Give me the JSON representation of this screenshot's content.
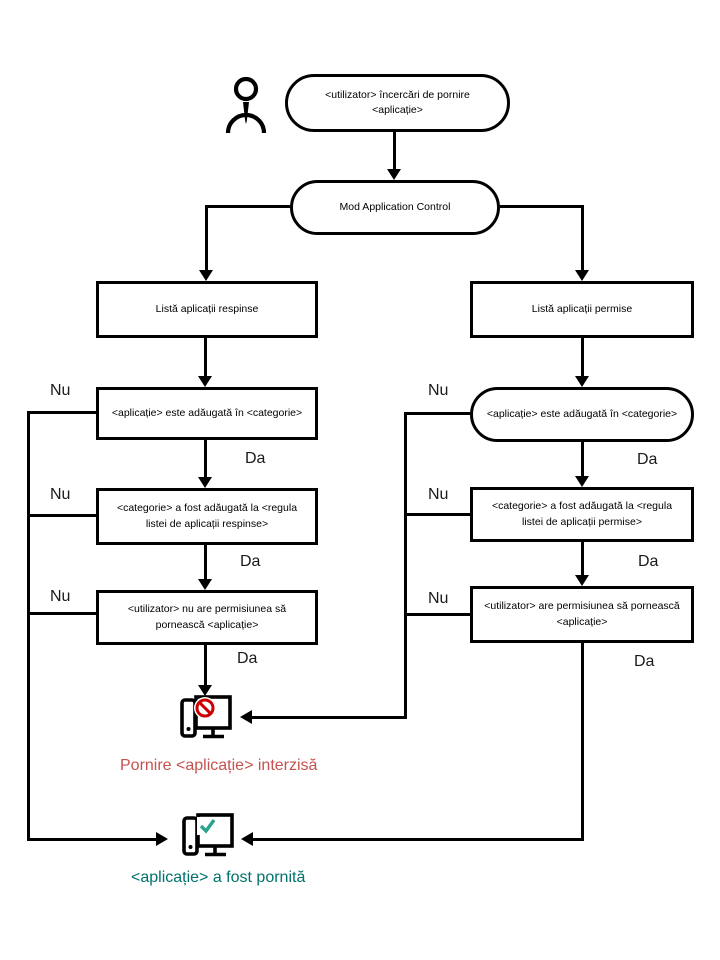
{
  "labels": {
    "nu": "Nu",
    "da": "Da"
  },
  "nodes": {
    "start": "<utilizator> încercări de pornire\n<aplicație>",
    "mode": "Mod  Application Control",
    "denied_list": "Listă aplicații respinse",
    "allowed_list": "Listă aplicații permise",
    "denied_in_category": "<aplicație>  este adăugată în  <categorie>",
    "denied_rule": "<categorie> a fost adăugată la <regula\nlistei de aplicații respinse>",
    "denied_permission": "<utilizator> nu are permisiunea să\npornească <aplicație>",
    "allowed_in_category": "<aplicație>  este adăugată în  <categorie>",
    "allowed_rule": "<categorie> a fost adăugată la <regula\nlistei de aplicații permise>",
    "allowed_permission": "<utilizator> are permisiunea să pornească\n<aplicație>"
  },
  "captions": {
    "blocked": "Pornire <aplicație> interzisă",
    "started": "<aplicație> a fost pornită"
  },
  "colors": {
    "line": "#000000",
    "blocked_text": "#c4534f",
    "blocked_badge": "#cc0000",
    "started_text": "#00716b",
    "check_green": "#2aa38b"
  },
  "icons": {
    "person": "person-icon",
    "blocked_computer": "computer-blocked-icon",
    "started_computer": "computer-started-icon"
  }
}
